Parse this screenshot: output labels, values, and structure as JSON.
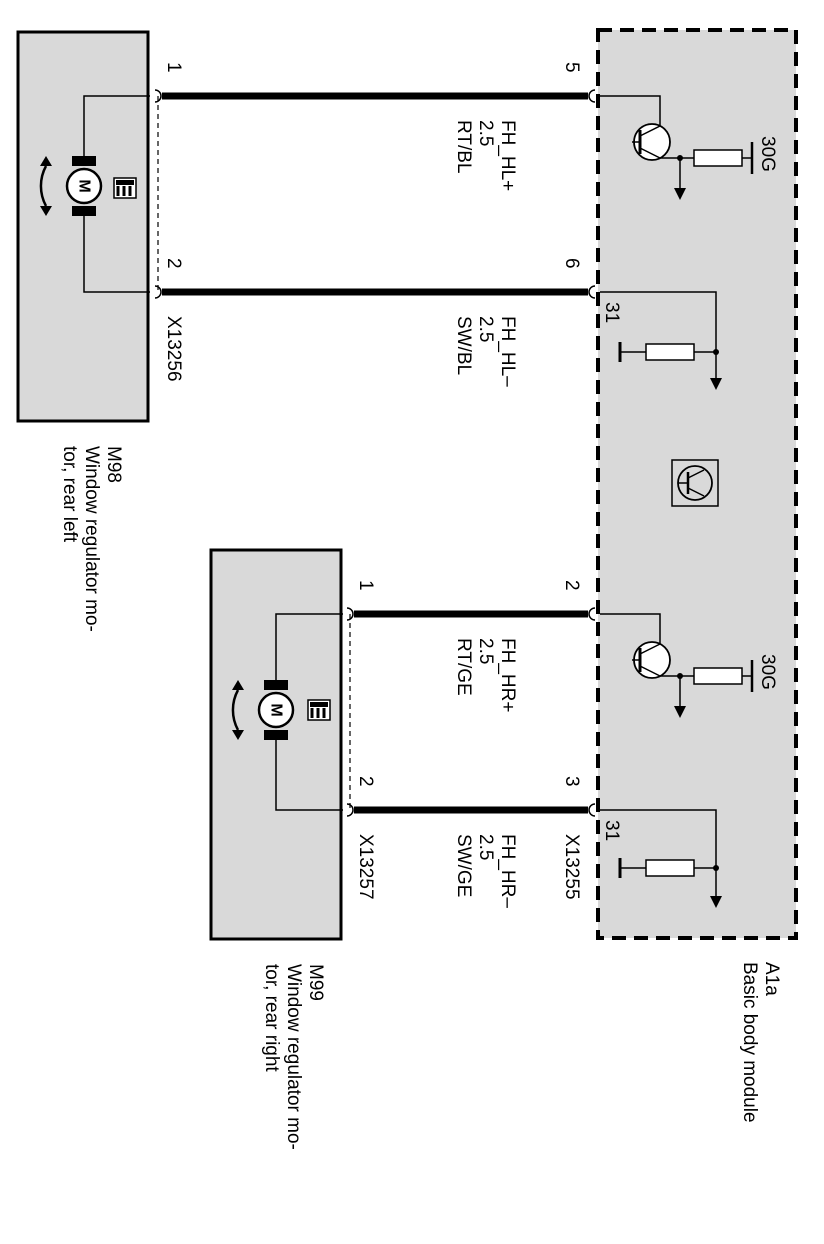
{
  "module_a1a": {
    "id": "A1a",
    "name": "Basic body module",
    "connector": "X13255",
    "supply_label": "30G",
    "ground_label": "31",
    "pins": [
      "5",
      "6",
      "2",
      "3"
    ]
  },
  "motor_m98": {
    "id": "M98",
    "name_line1": "Window regulator mo-",
    "name_line2": "tor, rear left",
    "connector": "X13256",
    "pins": [
      "1",
      "2"
    ],
    "motor_symbol": "M"
  },
  "motor_m99": {
    "id": "M99",
    "name_line1": "Window regulator mo-",
    "name_line2": "tor, rear right",
    "connector": "X13257",
    "pins": [
      "1",
      "2"
    ],
    "motor_symbol": "M"
  },
  "wires": [
    {
      "signal": "FH_HL+",
      "size": "2.5",
      "color_code": "RT/BL"
    },
    {
      "signal": "FH_HL–",
      "size": "2.5",
      "color_code": "SW/BL"
    },
    {
      "signal": "FH_HR+",
      "size": "2.5",
      "color_code": "RT/GE"
    },
    {
      "signal": "FH_HR–",
      "size": "2.5",
      "color_code": "SW/GE"
    }
  ],
  "colors": {
    "module_fill": "#d9d9d9",
    "wire": "#000000"
  }
}
